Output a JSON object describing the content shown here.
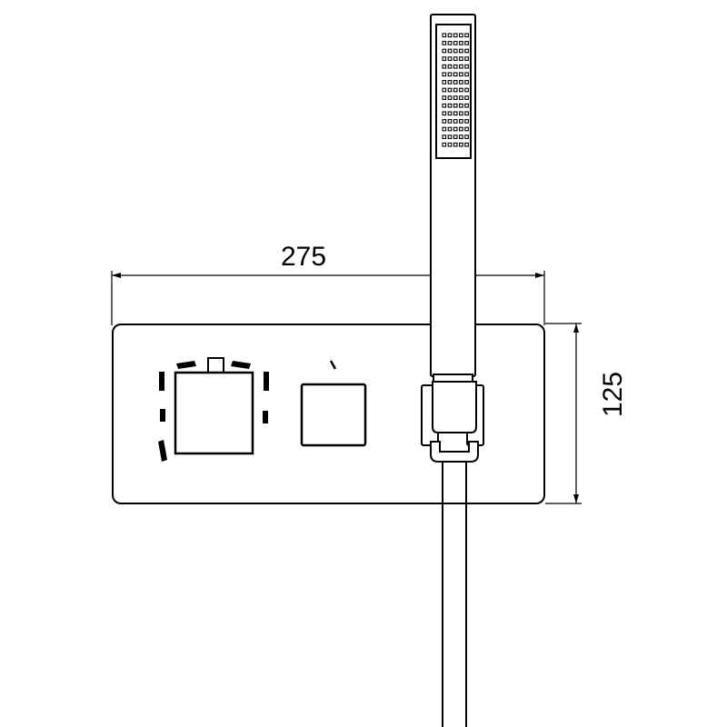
{
  "dimensions": {
    "width_label": "275",
    "height_label": "125"
  },
  "colors": {
    "line": "#000000",
    "background": "#ffffff"
  },
  "components": {
    "plate": "wall-plate",
    "thermostatic_knob": "square-knob-with-temperature-marks",
    "flow_knob": "square-knob-with-indicator",
    "hand_shower": "hand-shower-with-nozzle-grid",
    "holder": "shower-holder-bracket",
    "hose": "shower-hose"
  }
}
